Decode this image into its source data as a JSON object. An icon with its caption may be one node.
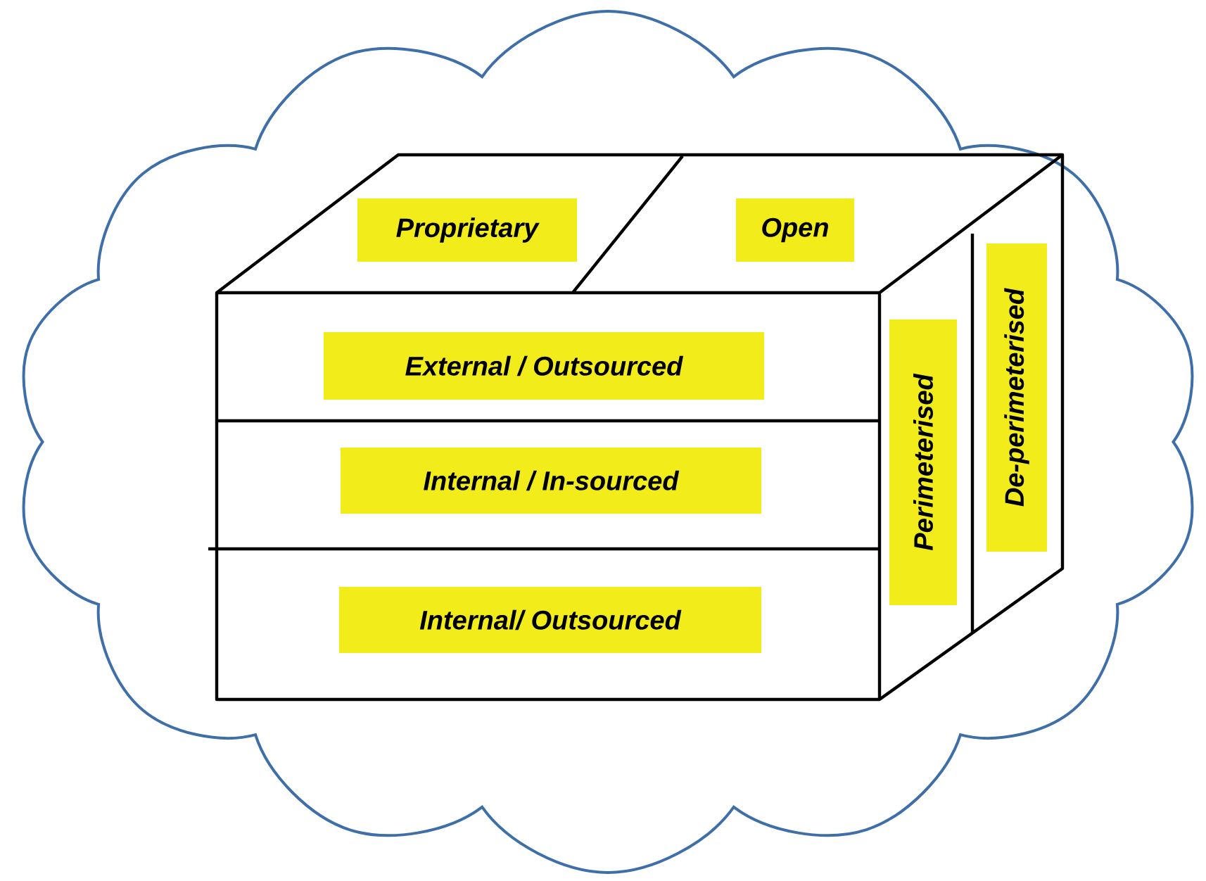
{
  "diagram": {
    "nodes": [
      {
        "text": [],
        "shape": "cloud"
      },
      {
        "text": [
          "Proprietary"
        ],
        "in": 0
      },
      {
        "text": [
          "Open"
        ],
        "in": 0
      },
      {
        "text": [
          "External / Outsourced"
        ],
        "in": 0
      },
      {
        "text": [
          "Internal / In-sourced"
        ],
        "in": 0
      },
      {
        "text": [
          "Internal/ Outsourced"
        ],
        "in": 0
      },
      {
        "text": [
          "Perimeterised"
        ],
        "in": 0
      },
      {
        "text": [
          "De-perimeterised"
        ],
        "in": 0
      }
    ]
  }
}
